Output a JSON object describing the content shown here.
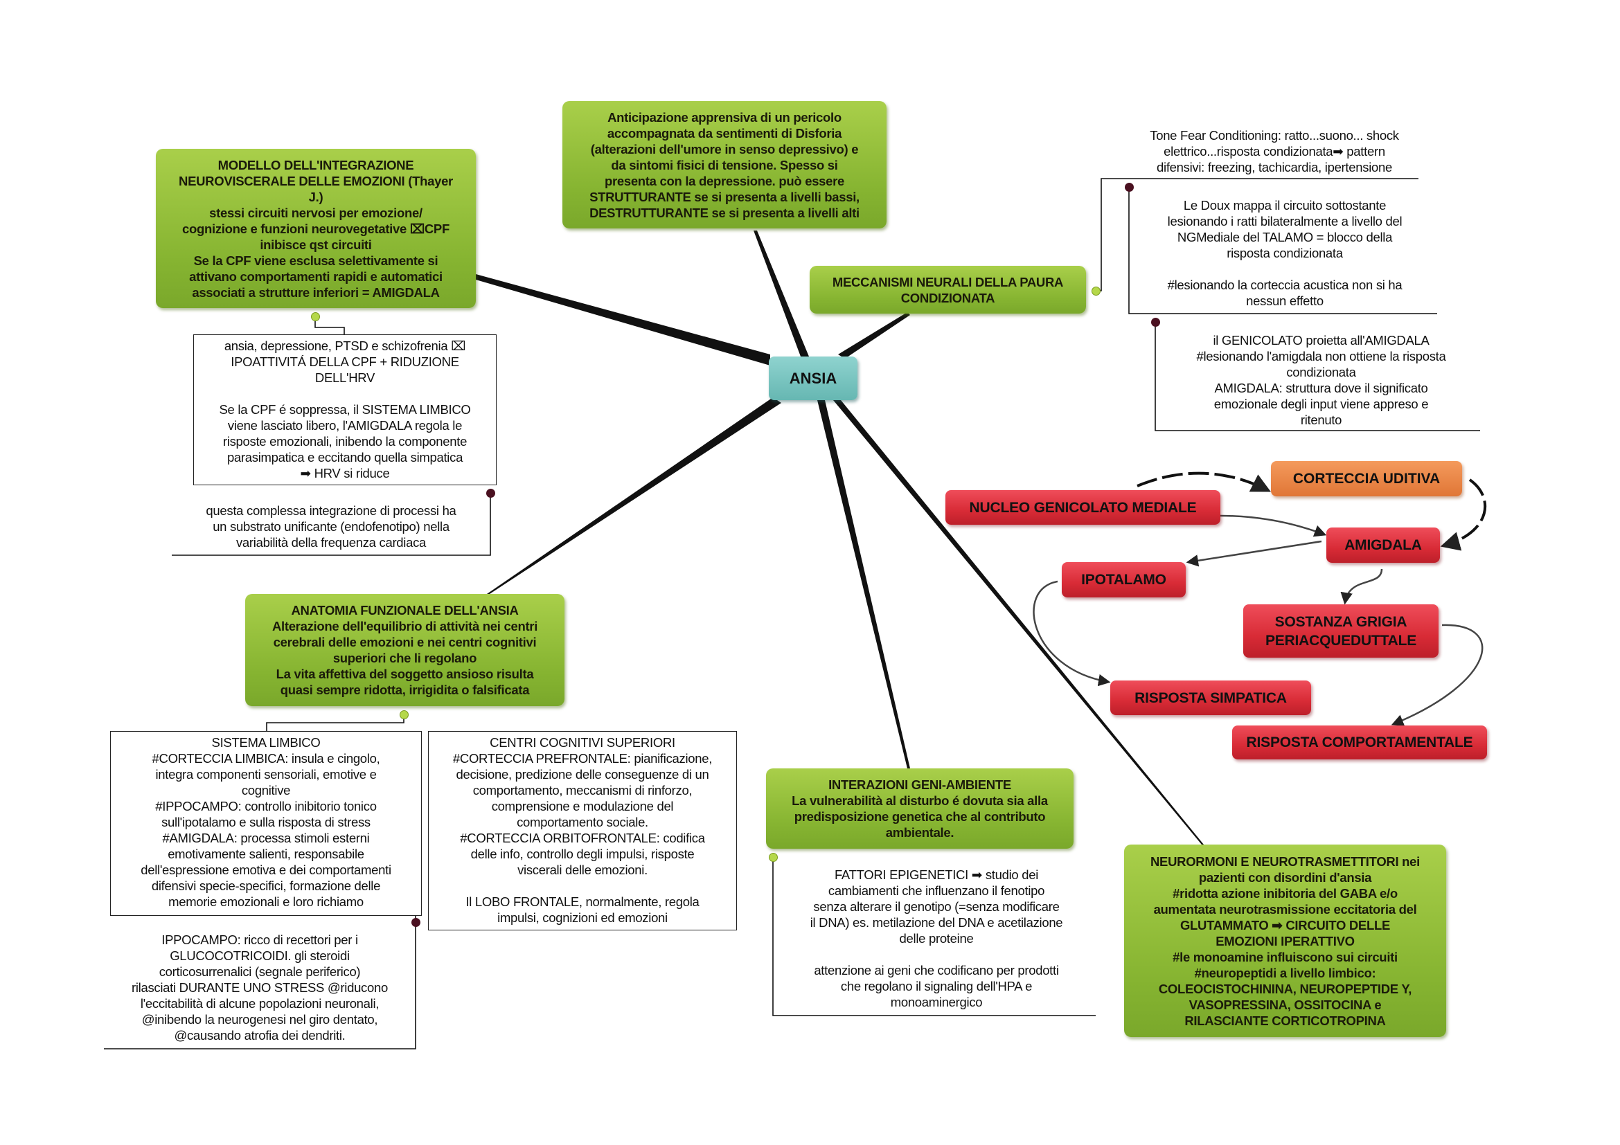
{
  "central": {
    "label": "ANSIA"
  },
  "nodes": {
    "modello": "MODELLO DELL'INTEGRAZIONE\nNEUROVISCERALE DELLE EMOZIONI (Thayer\nJ.)\nstessi circuiti nervosi per emozione/\ncognizione e funzioni neurovegetative ⌧CPF\ninibisce qst circuiti\nSe la CPF viene esclusa selettivamente si\nattivano comportamenti rapidi e automatici\nassociati a strutture inferiori = AMIGDALA",
    "anticipazione": "Anticipazione apprensiva di un pericolo\naccompagnata da sentimenti di Disforia\n(alterazioni dell'umore in senso depressivo) e\nda sintomi fisici di tensione. Spesso si\npresenta con la depressione. può essere\nSTRUTTURANTE se si presenta a livelli bassi,\nDESTRUTTURANTE se si presenta a livelli alti",
    "meccanismi": "MECCANISMI NEURALI DELLA PAURA\nCONDIZIONATA",
    "anatomia": "ANATOMIA FUNZIONALE DELL'ANSIA\nAlterazione dell'equilibrio di attività nei centri\ncerebrali delle emozioni e nei centri cognitivi\nsuperiori che li regolano\nLa vita affettiva del soggetto ansioso risulta\nquasi sempre ridotta, irrigidita o falsificata",
    "interazioni": "INTERAZIONI GENI-AMBIENTE\nLa vulnerabilità al disturbo é dovuta sia alla\npredisposizione genetica che al contributo\nambientale.",
    "neurormoni": "NEURORMONI E NEUROTRASMETTITORI nei\npazienti con disordini d'ansia\n#ridotta azione inibitoria del GABA e/o\naumentata neurotrasmissione eccitatoria del\nGLUTAMMATO ➡ CIRCUITO DELLE\nEMOZIONI IPERATTIVO\n#le monoamine influiscono sui circuiti\n#neuropeptidi a livello limbico:\nCOLEOCISTOCHININA, NEUROPEPTIDE Y,\nVASOPRESSINA, OSSITOCINA e\nRILASCIANTE CORTICOTROPINA"
  },
  "notes": {
    "ansia_depressione": "ansia, depressione, PTSD e schizofrenia ⌧\nIPOATTIVITÁ DELLA CPF + RIDUZIONE\nDELL'HRV\n\nSe la CPF é soppressa, il SISTEMA LIMBICO\nviene lasciato libero, l'AMIGDALA regola le\nrisposte emozionali, inibendo la componente\nparasimpatica e eccitando quella simpatica\n➡ HRV si riduce",
    "questa_complessa": "questa complessa integrazione di processi ha\nun substrato unificante (endofenotipo) nella\nvariabilità della frequenza cardiaca",
    "tone_fear": "Tone Fear Conditioning: ratto...suono... shock\nelettrico...risposta condizionata➡ pattern\ndifensivi: freezing, tachicardia, ipertensione",
    "le_doux": "Le Doux mappa il circuito sottostante\nlesionando i ratti bilateralmente a livello del\nNGMediale del TALAMO = blocco della\nrisposta condizionata\n\n#lesionando la corteccia acustica non si ha\nnessun effetto",
    "genicolato": "il GENICOLATO proietta all'AMIGDALA\n#lesionando l'amigdala non ottiene la risposta\ncondizionata\nAMIGDALA: struttura dove il significato\nemozionale degli input viene appreso e\nritenuto",
    "sistema_limbico": "SISTEMA LIMBICO\n#CORTECCIA LIMBICA: insula e cingolo,\nintegra componenti sensoriali, emotive e\ncognitive\n#IPPOCAMPO: controllo inibitorio tonico\nsull'ipotalamo e sulla risposta di stress\n#AMIGDALA: processa stimoli esterni\nemotivamente salienti, responsabile\ndell'espressione emotiva e dei comportamenti\ndifensivi specie-specifici, formazione delle\nmemorie emozionali e loro richiamo",
    "centri_cognitivi": "CENTRI COGNITIVI SUPERIORI\n#CORTECCIA PREFRONTALE: pianificazione,\ndecisione, predizione delle conseguenze di un\ncomportamento, meccanismi di rinforzo,\ncomprensione e modulazione del\ncomportamento sociale.\n#CORTECCIA ORBITOFRONTALE: codifica\ndelle info, controllo degli impulsi, risposte\nviscerali delle emozioni.\n\nIl LOBO FRONTALE, normalmente, regola\nimpulsi, cognizioni ed emozioni",
    "ippocampo": "IPPOCAMPO: ricco di recettori per i\nGLUCOCOTRICOIDI. gli steroidi\ncorticosurrenalici (segnale periferico)\nrilasciati DURANTE UNO STRESS @riducono\nl'eccitabilità di alcune popolazioni neuronali,\n@inibendo la neurogenesi nel giro dentato,\n@causando atrofia dei dendriti.",
    "fattori_epigenetici": "FATTORI EPIGENETICI ➡ studio dei\ncambiamenti che influenzano il fenotipo\nsenza alterare il genotipo (=senza modificare\nil DNA) es. metilazione del DNA e acetilazione\ndelle proteine\n\nattenzione ai geni che codificano per prodotti\nche regolano il signaling dell'HPA e\nmonoaminergico"
  },
  "circuit": {
    "nucleo": "NUCLEO GENICOLATO MEDIALE",
    "corteccia": "CORTECCIA UDITIVA",
    "amigdala": "AMIGDALA",
    "ipotalamo": "IPOTALAMO",
    "sostanza": "SOSTANZA GRIGIA\nPERIACQUEDUTTALE",
    "simpatica": "RISPOSTA SIMPATICA",
    "comportamentale": "RISPOSTA COMPORTAMENTALE"
  },
  "colors": {
    "green": "#8fbe38",
    "teal": "#74c2bd",
    "red": "#d82b36",
    "orange": "#e98147"
  }
}
